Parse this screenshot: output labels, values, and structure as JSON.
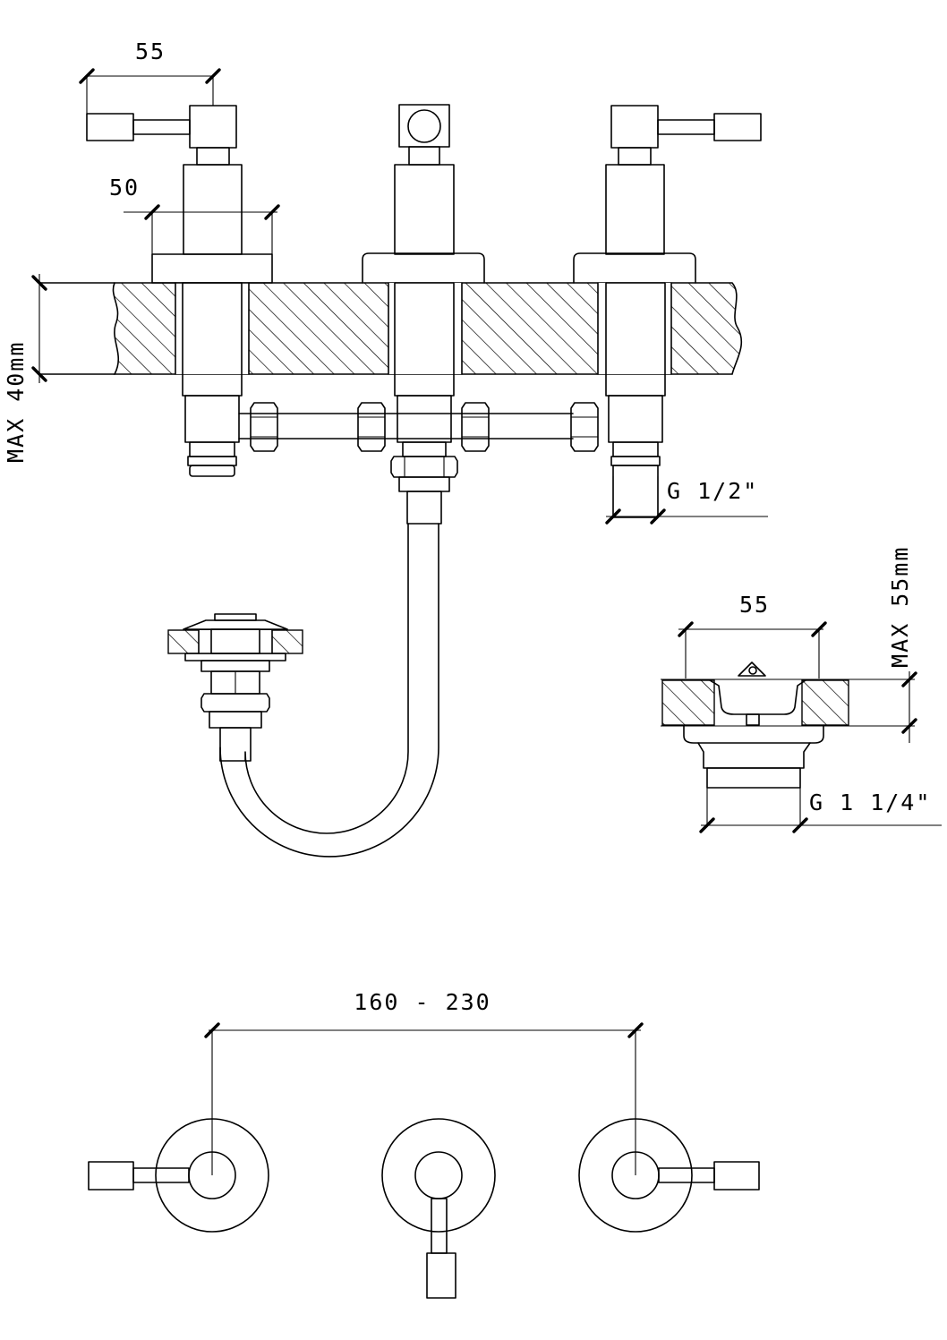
{
  "dimensions": {
    "handle_width": "55",
    "escutcheon_width": "50",
    "deck_thickness": "MAX  40mm",
    "inlet_thread": "G 1/2\"",
    "waste_width": "55",
    "waste_deck_thickness": "MAX  55mm",
    "waste_thread": "G 1 1/4\"",
    "centres": "160 - 230"
  },
  "colors": {
    "line": "#000000",
    "background": "#ffffff"
  }
}
